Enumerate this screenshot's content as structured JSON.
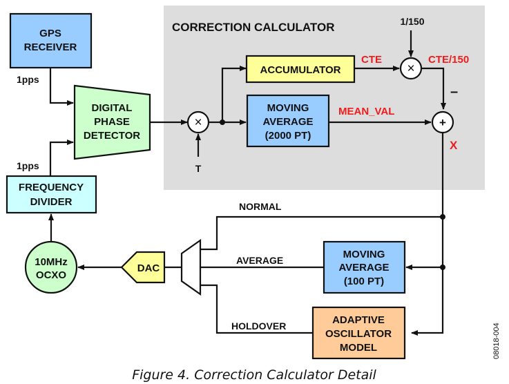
{
  "diagram": {
    "caption": "Figure 4. Correction Calculator Detail",
    "figure_code": "08018-004",
    "colors": {
      "gps_receiver": "#99ccff",
      "phase_detector": "#ccffcc",
      "frequency_divider": "#ccffff",
      "ocxo": "#ccffcc",
      "dac": "#ffff99",
      "accumulator": "#ffff99",
      "moving_average": "#99ccff",
      "adaptive_model": "#ffcc99",
      "correction_region": "#dddddd",
      "signal_label": "#ee1c1c"
    },
    "region": {
      "title": "CORRECTION CALCULATOR"
    },
    "blocks": {
      "gps_receiver": [
        "GPS",
        "RECEIVER"
      ],
      "phase_detector": [
        "DIGITAL",
        "PHASE",
        "DETECTOR"
      ],
      "frequency_divider": [
        "FREQUENCY",
        "DIVIDER"
      ],
      "ocxo": [
        "10MHz",
        "OCXO"
      ],
      "dac": "DAC",
      "accumulator": "ACCUMULATOR",
      "moving_average_2000": [
        "MOVING",
        "AVERAGE",
        "(2000 PT)"
      ],
      "moving_average_100": [
        "MOVING",
        "AVERAGE",
        "(100 PT)"
      ],
      "adaptive_model": [
        "ADAPTIVE",
        "OSCILLATOR",
        "MODEL"
      ]
    },
    "operators": {
      "multiplier_t": "×",
      "multiplier_cte": "×",
      "summer": "+"
    },
    "signals": {
      "gps_pps": "1pps",
      "divider_pps": "1pps",
      "t_input": "T",
      "scale_input": "1/150",
      "cte": "CTE",
      "cte_scaled": "CTE/150",
      "minus_sign": "–",
      "mean_val": "MEAN_VAL",
      "x_output": "X"
    },
    "mux_inputs": [
      "NORMAL",
      "AVERAGE",
      "HOLDOVER"
    ]
  }
}
